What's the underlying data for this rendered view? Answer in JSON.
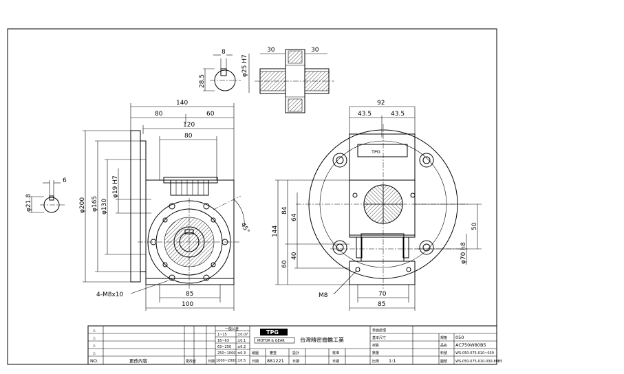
{
  "drawing": {
    "shaft_detail": {
      "key_width": "8",
      "key_depth": "28.5",
      "bore": "φ25 H7"
    },
    "coupling": {
      "width_left": "30",
      "width_right": "30"
    },
    "side_view": {
      "overall_width": "140",
      "left_part": "80",
      "right_part": "60",
      "body_width": "120",
      "inner_width": "80",
      "flange_dia": "φ200",
      "spigot_dia": "φ165",
      "pilot_dia": "φ130",
      "bore_dia": "φ19 H7",
      "angle": "45°",
      "bolt_note": "4-M8x10",
      "base_offset": "85",
      "base_width": "100"
    },
    "input_shaft": {
      "dia": "φ21.8",
      "key": "6"
    },
    "front_view": {
      "overall_width": "92",
      "half_left": "43.5",
      "half_right": "43.5",
      "total_height": "144",
      "upper_height": "84",
      "center_height": "64",
      "lower_height": "60",
      "lower_mid": "40",
      "right_dim": "50",
      "shaft_dia": "φ70 h8",
      "thread_note": "M8",
      "base_inner": "70",
      "base_outer": "85"
    }
  },
  "title_block": {
    "tolerance_header": "一般公差",
    "tolerances": [
      {
        "range": "1~15",
        "tol": "±0.07"
      },
      {
        "range": "16~63",
        "tol": "±0.1"
      },
      {
        "range": "63~250",
        "tol": "±0.2"
      },
      {
        "range": "250~1000",
        "tol": "±0.3"
      },
      {
        "range": "1000~2000",
        "tol": "±0.5"
      }
    ],
    "logo_text": "TPG",
    "logo_sub": "MOTOR & GEAR",
    "company": "台灣精密齒輪工業",
    "rev_no_label": "NO.",
    "rev_content_label": "更改內容",
    "rev_sign_label": "更改者",
    "rev_date_label": "日期",
    "drawn_label": "繪圖",
    "drawn_value": "881221",
    "check_label": "審查",
    "design_label": "設計",
    "approve_label": "核准",
    "date_label": "日期",
    "date_label2": "日期",
    "date_label3": "日期",
    "surface_label": "表面處理",
    "dims_label": "基本尺寸",
    "material_label": "材質",
    "qty_label": "數量",
    "scale_label": "比例",
    "scale_value": "1:1",
    "spec_label": "規格",
    "spec_value": "050",
    "name_label": "品名",
    "name_value": "AC750W80B5",
    "partno_label": "料號",
    "partno_value": "WS-050-075-010~030",
    "drawno_label": "圖號",
    "drawno_value": "WS-050-075-010-030-80B5"
  }
}
